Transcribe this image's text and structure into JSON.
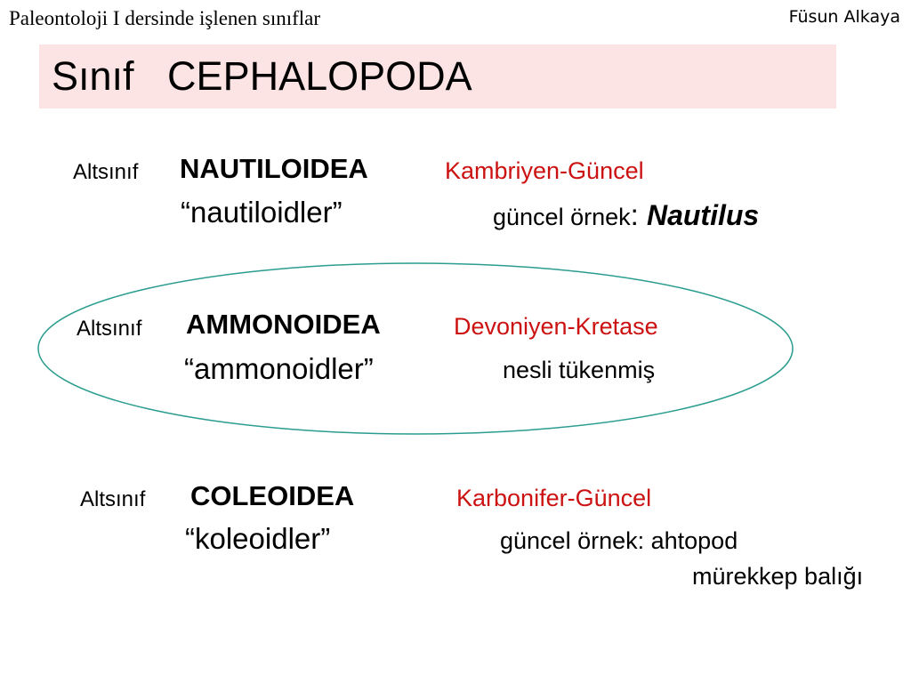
{
  "header": {
    "course": "Paleontoloji I dersinde işlenen sınıflar",
    "author": "Füsun Alkaya"
  },
  "title": "Sınıf   CEPHALOPODA",
  "colors": {
    "title_background": "#fde4e4",
    "period_text": "#cc1111",
    "highlight_ellipse": "#2a9d8f"
  },
  "groups": [
    {
      "label": "Altsınıf",
      "name": "NAUTILOIDEA",
      "period": "Kambriyen-Güncel",
      "common_name": "“nautiloidler”",
      "note": "güncel örnek",
      "separator": ": ",
      "example": "Nautilus"
    },
    {
      "label": "Altsınıf",
      "name": "AMMONOIDEA",
      "period": "Devoniyen-Kretase",
      "common_name": "“ammonoidler”",
      "note": "nesli tükenmiş"
    },
    {
      "label": "Altsınıf",
      "name": "COLEOIDEA",
      "period": "Karbonifer-Güncel",
      "common_name": "“koleoidler”",
      "note": "güncel örnek: ahtopod",
      "note_line2": "mürekkep balığı"
    }
  ]
}
